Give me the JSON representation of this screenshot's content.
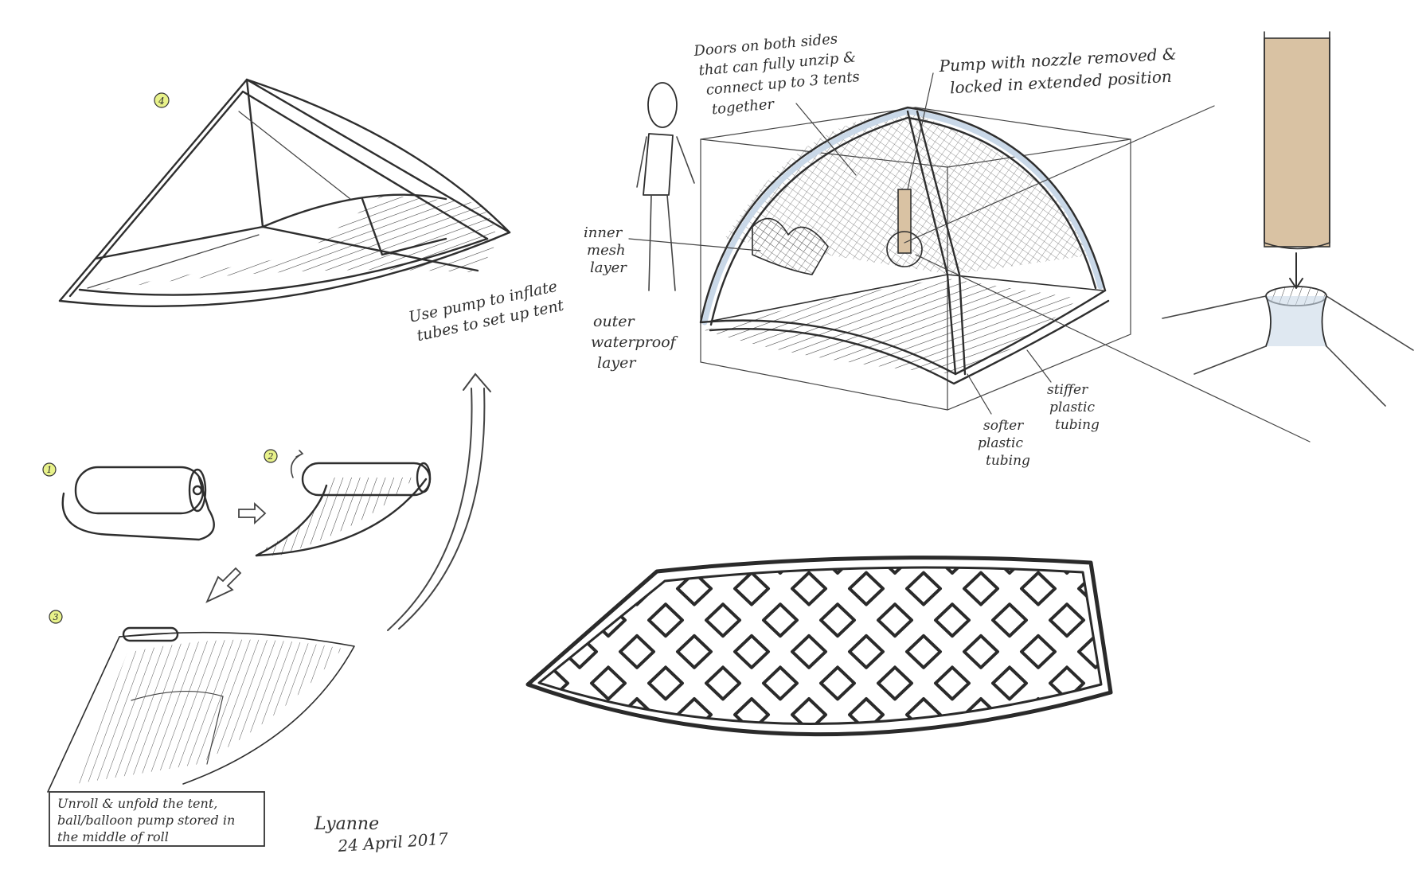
{
  "steps": {
    "step1": "1",
    "step2": "2",
    "step3": "3",
    "step4": "4"
  },
  "labels": {
    "inflate": [
      "Use pump to inflate",
      "tubes to set up tent"
    ],
    "doors": [
      "Doors on both sides",
      "that can fully unzip &",
      "connect up to 3 tents",
      "together"
    ],
    "pump": [
      "Pump with nozzle removed &",
      "locked in extended position"
    ],
    "inner_mesh": [
      "inner",
      "mesh",
      "layer"
    ],
    "outer_layer": [
      "outer",
      "waterproof",
      "layer"
    ],
    "softer": [
      "softer",
      "plastic",
      "tubing"
    ],
    "stiffer": [
      "stiffer",
      "plastic",
      "tubing"
    ],
    "unroll": [
      "Unroll & unfold the tent,",
      "ball/balloon pump stored in",
      "the middle of roll"
    ]
  },
  "signature": {
    "name": "Lyanne",
    "date": "24 April 2017"
  },
  "colors": {
    "ink": "#2e2e2e",
    "step_badge": "#e8f28a",
    "tube_tint": "#c9d8e8",
    "pump_tan": "#d9c2a3"
  }
}
